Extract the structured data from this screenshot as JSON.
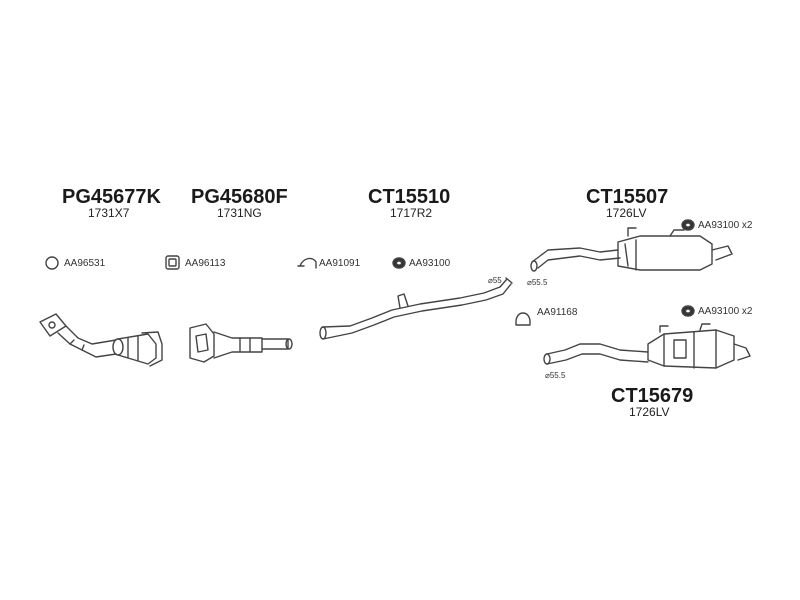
{
  "groups": [
    {
      "code": "PG45677K",
      "sub": "1731X7"
    },
    {
      "code": "PG45680F",
      "sub": "1731NG"
    },
    {
      "code": "CT15510",
      "sub": "1717R2"
    },
    {
      "code": "CT15507",
      "sub": "1726LV"
    },
    {
      "code": "CT15679",
      "sub": "1726LV"
    }
  ],
  "refs": {
    "ring": "AA96531",
    "square": "AA96113",
    "clamp": "AA91091",
    "mount1": "AA93100",
    "mount2": "AA93100 x2",
    "clamp2": "AA91168",
    "mount3": "AA93100 x2"
  },
  "diameters": {
    "d1": "⌀55",
    "d2": "⌀55.5",
    "d3": "⌀55.5"
  }
}
